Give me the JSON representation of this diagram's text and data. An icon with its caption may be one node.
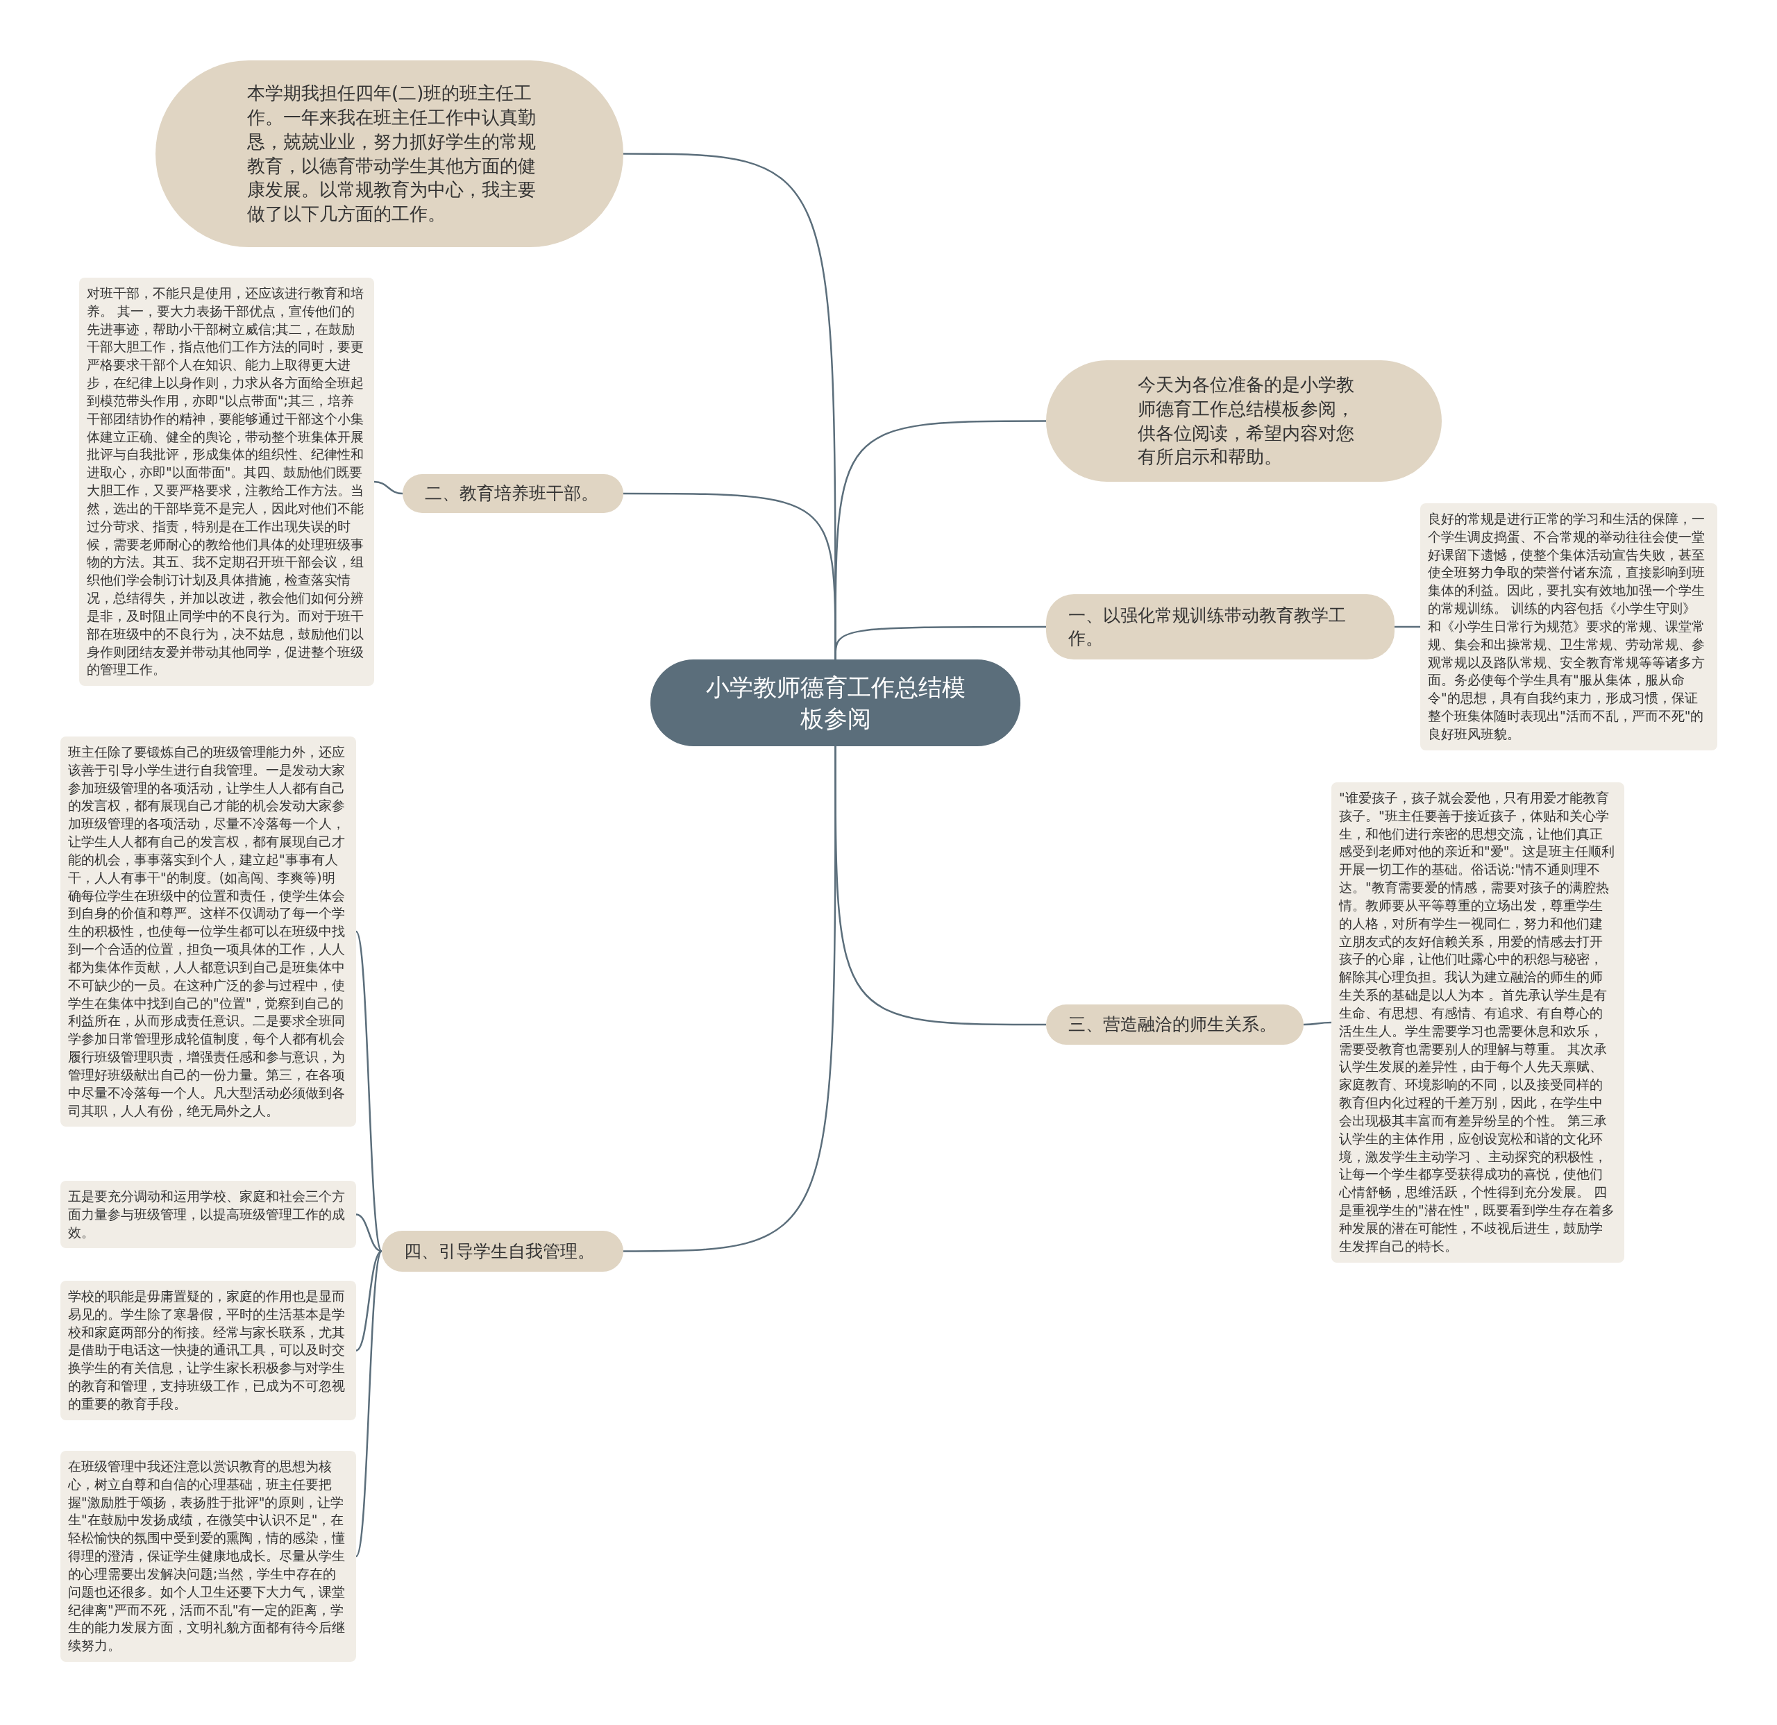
{
  "diagram": {
    "nodes": [
      {
        "text": [
          "小学教师德育工作总结模板参阅"
        ]
      },
      {
        "text": [
          "本学期我担任四年(二)班的班主任工作。一年来我在班主任工作中认真勤恳，兢兢业业，努力抓好学生的常规教育，以德育带动学生其他方面的健康发展。以常规教育为中心，我主要做了以下几方面的工作。"
        ]
      },
      {
        "text": [
          "二、教育培养班干部。"
        ]
      },
      {
        "text": [
          "对班干部，不能只是使用，还应该进行教育和培养。 其一，要大力表扬干部优点，宣传他们的先进事迹，帮助小干部树立威信;其二，在鼓励干部大胆工作，指点他们工作方法的同时，要更严格要求干部个人在知识、能力上取得更大进步，在纪律上以身作则，力求从各方面给全班起到模范带头作用，亦即\"以点带面\";其三，培养干部团结协作的精神，要能够通过干部这个小集体建立正确、健全的舆论，带动整个班集体开展批评与自我批评，形成集体的组织性、纪律性和进取心，亦即\"以面带面\"。其四、鼓励他们既要大胆工作，又要严格要求，注教给工作方法。当然，选出的干部毕竟不是完人，因此对他们不能过分苛求、指责，特别是在工作出现失误的时候，需要老师耐心的教给他们具体的处理班级事物的方法。其五、我不定期召开班干部会议，组织他们学会制订计划及具体措施，检查落实情况，总结得失，并加以改进，教会他们如何分辨是非，及时阻止同学中的不良行为。而对于班干部在班级中的不良行为，决不姑息，鼓励他们以身作则团结友爱并带动其他同学，促进整个班级的管理工作。"
        ]
      },
      {
        "text": [
          "今天为各位准备的是小学教师德育工作总结模板参阅，供各位阅读，希望内容对您有所启示和帮助。"
        ]
      },
      {
        "text": [
          "一、以强化常规训练带动教育教学工作。"
        ]
      },
      {
        "text": [
          "良好的常规是进行正常的学习和生活的保障，一个学生调皮捣蛋、不合常规的举动往往会使一堂好课留下遗憾，使整个集体活动宣告失败，甚至使全班努力争取的荣誉付诸东流，直接影响到班集体的利益。因此，要扎实有效地加强一个学生的常规训练。 训练的内容包括《小学生守则》和《小学生日常行为规范》要求的常规、课堂常规、集会和出操常规、卫生常规、劳动常规、参观常规以及路队常规、安全教育常规等等诸多方面。务必使每个学生具有\"服从集体，服从命令\"的思想，具有自我约束力，形成习惯，保证整个班集体随时表现出\"活而不乱，严而不死\"的良好班风班貌。"
        ]
      },
      {
        "text": [
          "三、营造融洽的师生关系。"
        ]
      },
      {
        "text": [
          "\"谁爱孩子，孩子就会爱他，只有用爱才能教育孩子。\"班主任要善于接近孩子，体贴和关心学生，和他们进行亲密的思想交流，让他们真正感受到老师对他的亲近和\"爱\"。这是班主任顺利开展一切工作的基础。俗话说:\"情不通则理不达。\"教育需要爱的情感，需要对孩子的满腔热情。教师要从平等尊重的立场出发，尊重学生的人格，对所有学生一视同仁，努力和他们建立朋友式的友好信赖关系，用爱的情感去打开孩子的心扉，让他们吐露心中的积怨与秘密，解除其心理负担。我认为建立融洽的师生的师生关系的基础是以人为本 。首先承认学生是有生命、有思想、有感情、有追求、有自尊心的活生生人。学生需要学习也需要休息和欢乐，需要受教育也需要别人的理解与尊重。 其次承认学生发展的差异性，由于每个人先天禀赋、家庭教育、环境影响的不同，以及接受同样的教育但内化过程的千差万别，因此，在学生中会出现极其丰富而有差异纷呈的个性。 第三承认学生的主体作用，应创设宽松和谐的文化环境，激发学生主动学习 、主动探究的积极性，让每一个学生都享受获得成功的喜悦，使他们心情舒畅，思维活跃，个性得到充分发展。 四是重视学生的\"潜在性\"，既要看到学生存在着多种发展的潜在可能性，不歧视后进生，鼓励学生发挥自己的特长。"
        ]
      },
      {
        "text": [
          "四、引导学生自我管理。"
        ]
      },
      {
        "text": [
          "班主任除了要锻炼自己的班级管理能力外，还应该善于引导小学生进行自我管理。一是发动大家参加班级管理的各项活动，让学生人人都有自己的发言权，都有展现自己才能的机会发动大家参加班级管理的各项活动，尽量不冷落每一个人，让学生人人都有自己的发言权，都有展现自己才能的机会，事事落实到个人，建立起\"事事有人干，人人有事干\"的制度。(如高闯、李爽等)明确每位学生在班级中的位置和责任，使学生体会到自身的价值和尊严。这样不仅调动了每一个学生的积极性，也使每一位学生都可以在班级中找到一个合适的位置，担负一项具体的工作，人人都为集体作贡献，人人都意识到自己是班集体中不可缺少的一员。在这种广泛的参与过程中，使学生在集体中找到自己的\"位置\"，觉察到自己的利益所在，从而形成责任意识。二是要求全班同学参加日常管理形成轮值制度，每个人都有机会履行班级管理职责，增强责任感和参与意识，为管理好班级献出自己的一份力量。第三，在各项中尽量不冷落每一个人。凡大型活动必须做到各司其职，人人有份，绝无局外之人。"
        ]
      },
      {
        "text": [
          "五是要充分调动和运用学校、家庭和社会三个方面力量参与班级管理，以提高班级管理工作的成效。"
        ]
      },
      {
        "text": [
          "学校的职能是毋庸置疑的，家庭的作用也是显而易见的。学生除了寒暑假，平时的生活基本是学校和家庭两部分的衔接。经常与家长联系，尤其是借助于电话这一快捷的通讯工具，可以及时交换学生的有关信息，让学生家长积极参与对学生的教育和管理，支持班级工作，已成为不可忽视的重要的教育手段。"
        ]
      },
      {
        "text": [
          "在班级管理中我还注意以赏识教育的思想为核心，树立自尊和自信的心理基础，班主任要把握\"激励胜于颂扬，表扬胜于批评\"的原则，让学生\"在鼓励中发扬成绩，在微笑中认识不足\"，在轻松愉快的氛围中受到爱的熏陶，情的感染，懂得理的澄清，保证学生健康地成长。尽量从学生的心理需要出发解决问题;当然，学生中存在的问题也还很多。如个人卫生还要下大力气，课堂纪律离\"严而不死，活而不乱\"有一定的距离，学生的能力发展方面，文明礼貌方面都有待今后继续努力。"
        ]
      }
    ],
    "edges": [
      {
        "from": 0,
        "to": 1,
        "arrow": "none"
      },
      {
        "from": 0,
        "to": 2,
        "arrow": "none"
      },
      {
        "from": 2,
        "to": 3,
        "arrow": "none"
      },
      {
        "from": 0,
        "to": 4,
        "arrow": "none"
      },
      {
        "from": 0,
        "to": 5,
        "arrow": "none"
      },
      {
        "from": 5,
        "to": 6,
        "arrow": "none"
      },
      {
        "from": 0,
        "to": 7,
        "arrow": "none"
      },
      {
        "from": 7,
        "to": 8,
        "arrow": "none"
      },
      {
        "from": 0,
        "to": 9,
        "arrow": "none"
      },
      {
        "from": 9,
        "to": 10,
        "arrow": "none"
      },
      {
        "from": 9,
        "to": 11,
        "arrow": "none"
      },
      {
        "from": 9,
        "to": 12,
        "arrow": "none"
      },
      {
        "from": 9,
        "to": 13,
        "arrow": "none"
      }
    ]
  }
}
